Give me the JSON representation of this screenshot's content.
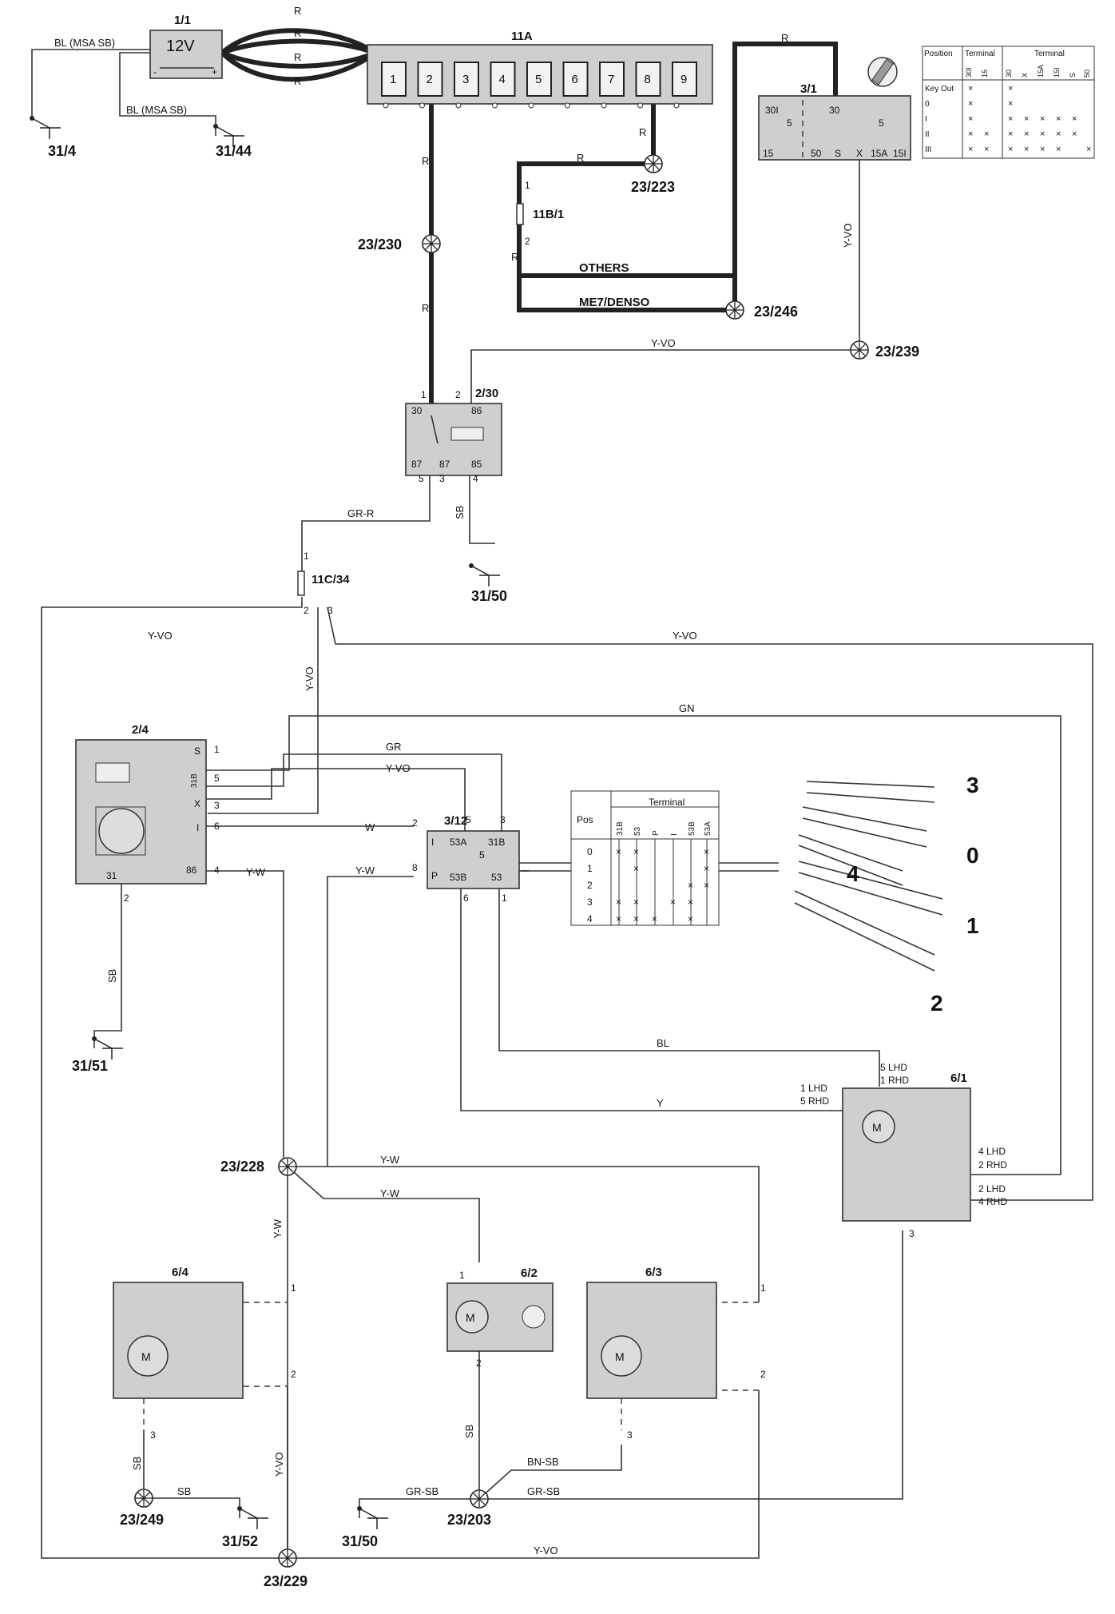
{
  "components": {
    "battery": "1/1",
    "battery_volt": "12V",
    "fusebox": "11A",
    "ignition_switch": "3/1",
    "relay": "2/30",
    "fuse_11c": "11C/34",
    "fuse_11b": "11B/1",
    "wiper_module": "2/4",
    "wiper_switch": "3/12",
    "wiper_motor": "6/1",
    "washer_pump": "6/2",
    "headlamp_wiper_lh": "6/4",
    "headlamp_wiper_rh": "6/3"
  },
  "fuse_numbers": [
    "1",
    "2",
    "3",
    "4",
    "5",
    "6",
    "7",
    "8",
    "9"
  ],
  "grounds": [
    "31/4",
    "31/44",
    "31/50",
    "31/50",
    "31/51",
    "31/52"
  ],
  "splices": [
    "23/223",
    "23/230",
    "23/246",
    "23/239",
    "23/228",
    "23/229",
    "23/249",
    "23/203"
  ],
  "wire_colors": {
    "bl_msa": "BL (MSA SB)",
    "r": "R",
    "y_vo": "Y-VO",
    "sb": "SB",
    "gr_r": "GR-R",
    "gn": "GN",
    "gr": "GR",
    "w": "W",
    "y_w": "Y-W",
    "bl": "BL",
    "y": "Y",
    "bn_sb": "BN-SB",
    "gr_sb": "GR-SB"
  },
  "variants": {
    "others": "OTHERS",
    "me7": "ME7/DENSO"
  },
  "ign_table": {
    "headers": [
      "Position",
      "Terminal",
      "Terminal"
    ],
    "cols": [
      "30I",
      "15",
      "30",
      "X",
      "15A",
      "15I",
      "S",
      "50"
    ],
    "rows": [
      "Key Out",
      "0",
      "I",
      "II",
      "III"
    ]
  },
  "switch_table": {
    "head_pos": "Pos",
    "head_term": "Terminal",
    "cols": [
      "31B",
      "53",
      "P",
      "I",
      "53B",
      "53A"
    ],
    "rows": [
      "0",
      "1",
      "2",
      "3",
      "4"
    ]
  },
  "stalk_positions": [
    "3",
    "0",
    "4",
    "1",
    "2"
  ],
  "pins": {
    "relay": {
      "p30": "30",
      "p86": "86",
      "p87": "87",
      "p87b": "87",
      "p85": "85",
      "n1": "1",
      "n2": "2",
      "n3": "3",
      "n4": "4",
      "n5": "5"
    },
    "module": {
      "s": "S",
      "b31": "31B",
      "x": "X",
      "i": "I",
      "p86": "86",
      "p31": "31",
      "n1": "1",
      "n5": "5",
      "n3": "3",
      "n6": "6",
      "n4": "4",
      "n2": "2"
    },
    "sw": {
      "a": "53A",
      "b": "31B",
      "i": "I",
      "p": "P",
      "c": "53B",
      "d": "53",
      "five": "5",
      "n5": "5",
      "n3": "3",
      "n2": "2",
      "n8": "8",
      "n6": "6",
      "n1": "1"
    },
    "ign": {
      "a": "30I",
      "b": "30",
      "c": "15",
      "d": "50",
      "e": "S",
      "f": "X",
      "g": "15A",
      "h": "15I",
      "five": "5",
      "five2": "5"
    },
    "motor": {
      "a": "5 LHD",
      "b": "1 RHD",
      "c": "1 LHD",
      "d": "5 RHD",
      "e": "4 LHD",
      "f": "2 RHD",
      "g": "2 LHD",
      "h": "4 RHD",
      "n3": "3"
    },
    "generic": {
      "one": "1",
      "two": "2",
      "three": "3",
      "m": "M"
    }
  }
}
